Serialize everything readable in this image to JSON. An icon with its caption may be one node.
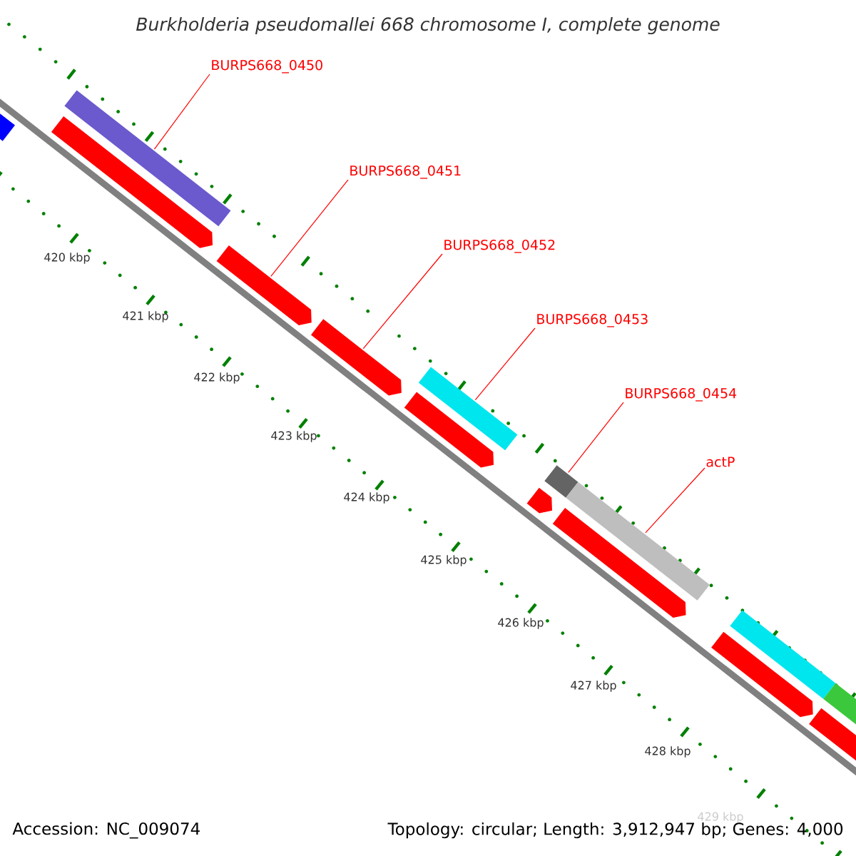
{
  "diagram": {
    "title": "*Burkholderia pseudomallei* 668 chromosome I, complete genome",
    "nodes": [
      {
        "text": [
          "BURPS668_0450"
        ]
      },
      {
        "text": [
          "BURPS668_0451"
        ]
      },
      {
        "text": [
          "BURPS668_0452"
        ]
      },
      {
        "text": [
          "BURPS668_0453"
        ]
      },
      {
        "text": [
          "BURPS668_0454"
        ]
      },
      {
        "text": [
          "actP"
        ]
      },
      {
        "text": [],
        "shape": "bar"
      },
      {
        "text": [],
        "shape": "bar"
      },
      {
        "text": [],
        "shape": "arrow"
      },
      {
        "text": [],
        "shape": "arrow"
      },
      {
        "text": [],
        "shape": "arrow"
      },
      {
        "text": [],
        "shape": "arrow"
      },
      {
        "text": [],
        "shape": "bar"
      },
      {
        "text": [],
        "shape": "arrow"
      },
      {
        "text": [],
        "shape": "bar"
      },
      {
        "text": [],
        "shape": "bar"
      },
      {
        "text": [],
        "shape": "arrow"
      },
      {
        "text": [],
        "shape": "arrow"
      },
      {
        "text": [],
        "shape": "bar"
      },
      {
        "text": [],
        "shape": "arrow"
      },
      {
        "text": [],
        "shape": "bar"
      }
    ],
    "edges": [
      {
        "from": 0,
        "to": 7,
        "arrow": "none"
      },
      {
        "from": 1,
        "to": 9,
        "arrow": "none"
      },
      {
        "from": 2,
        "to": 10,
        "arrow": "none"
      },
      {
        "from": 3,
        "to": 12,
        "arrow": "none"
      },
      {
        "from": 4,
        "to": 14,
        "arrow": "none"
      },
      {
        "from": 5,
        "to": 15,
        "arrow": "none"
      }
    ],
    "labels": [
      "420 kbp",
      "421 kbp",
      "422 kbp",
      "423 kbp",
      "424 kbp",
      "425 kbp",
      "426 kbp",
      "427 kbp",
      "428 kbp",
      "429 kbp",
      "Accession: NC_009074",
      "Topology: circular; Length: 3,912,947 bp; Genes: 4,000"
    ]
  }
}
